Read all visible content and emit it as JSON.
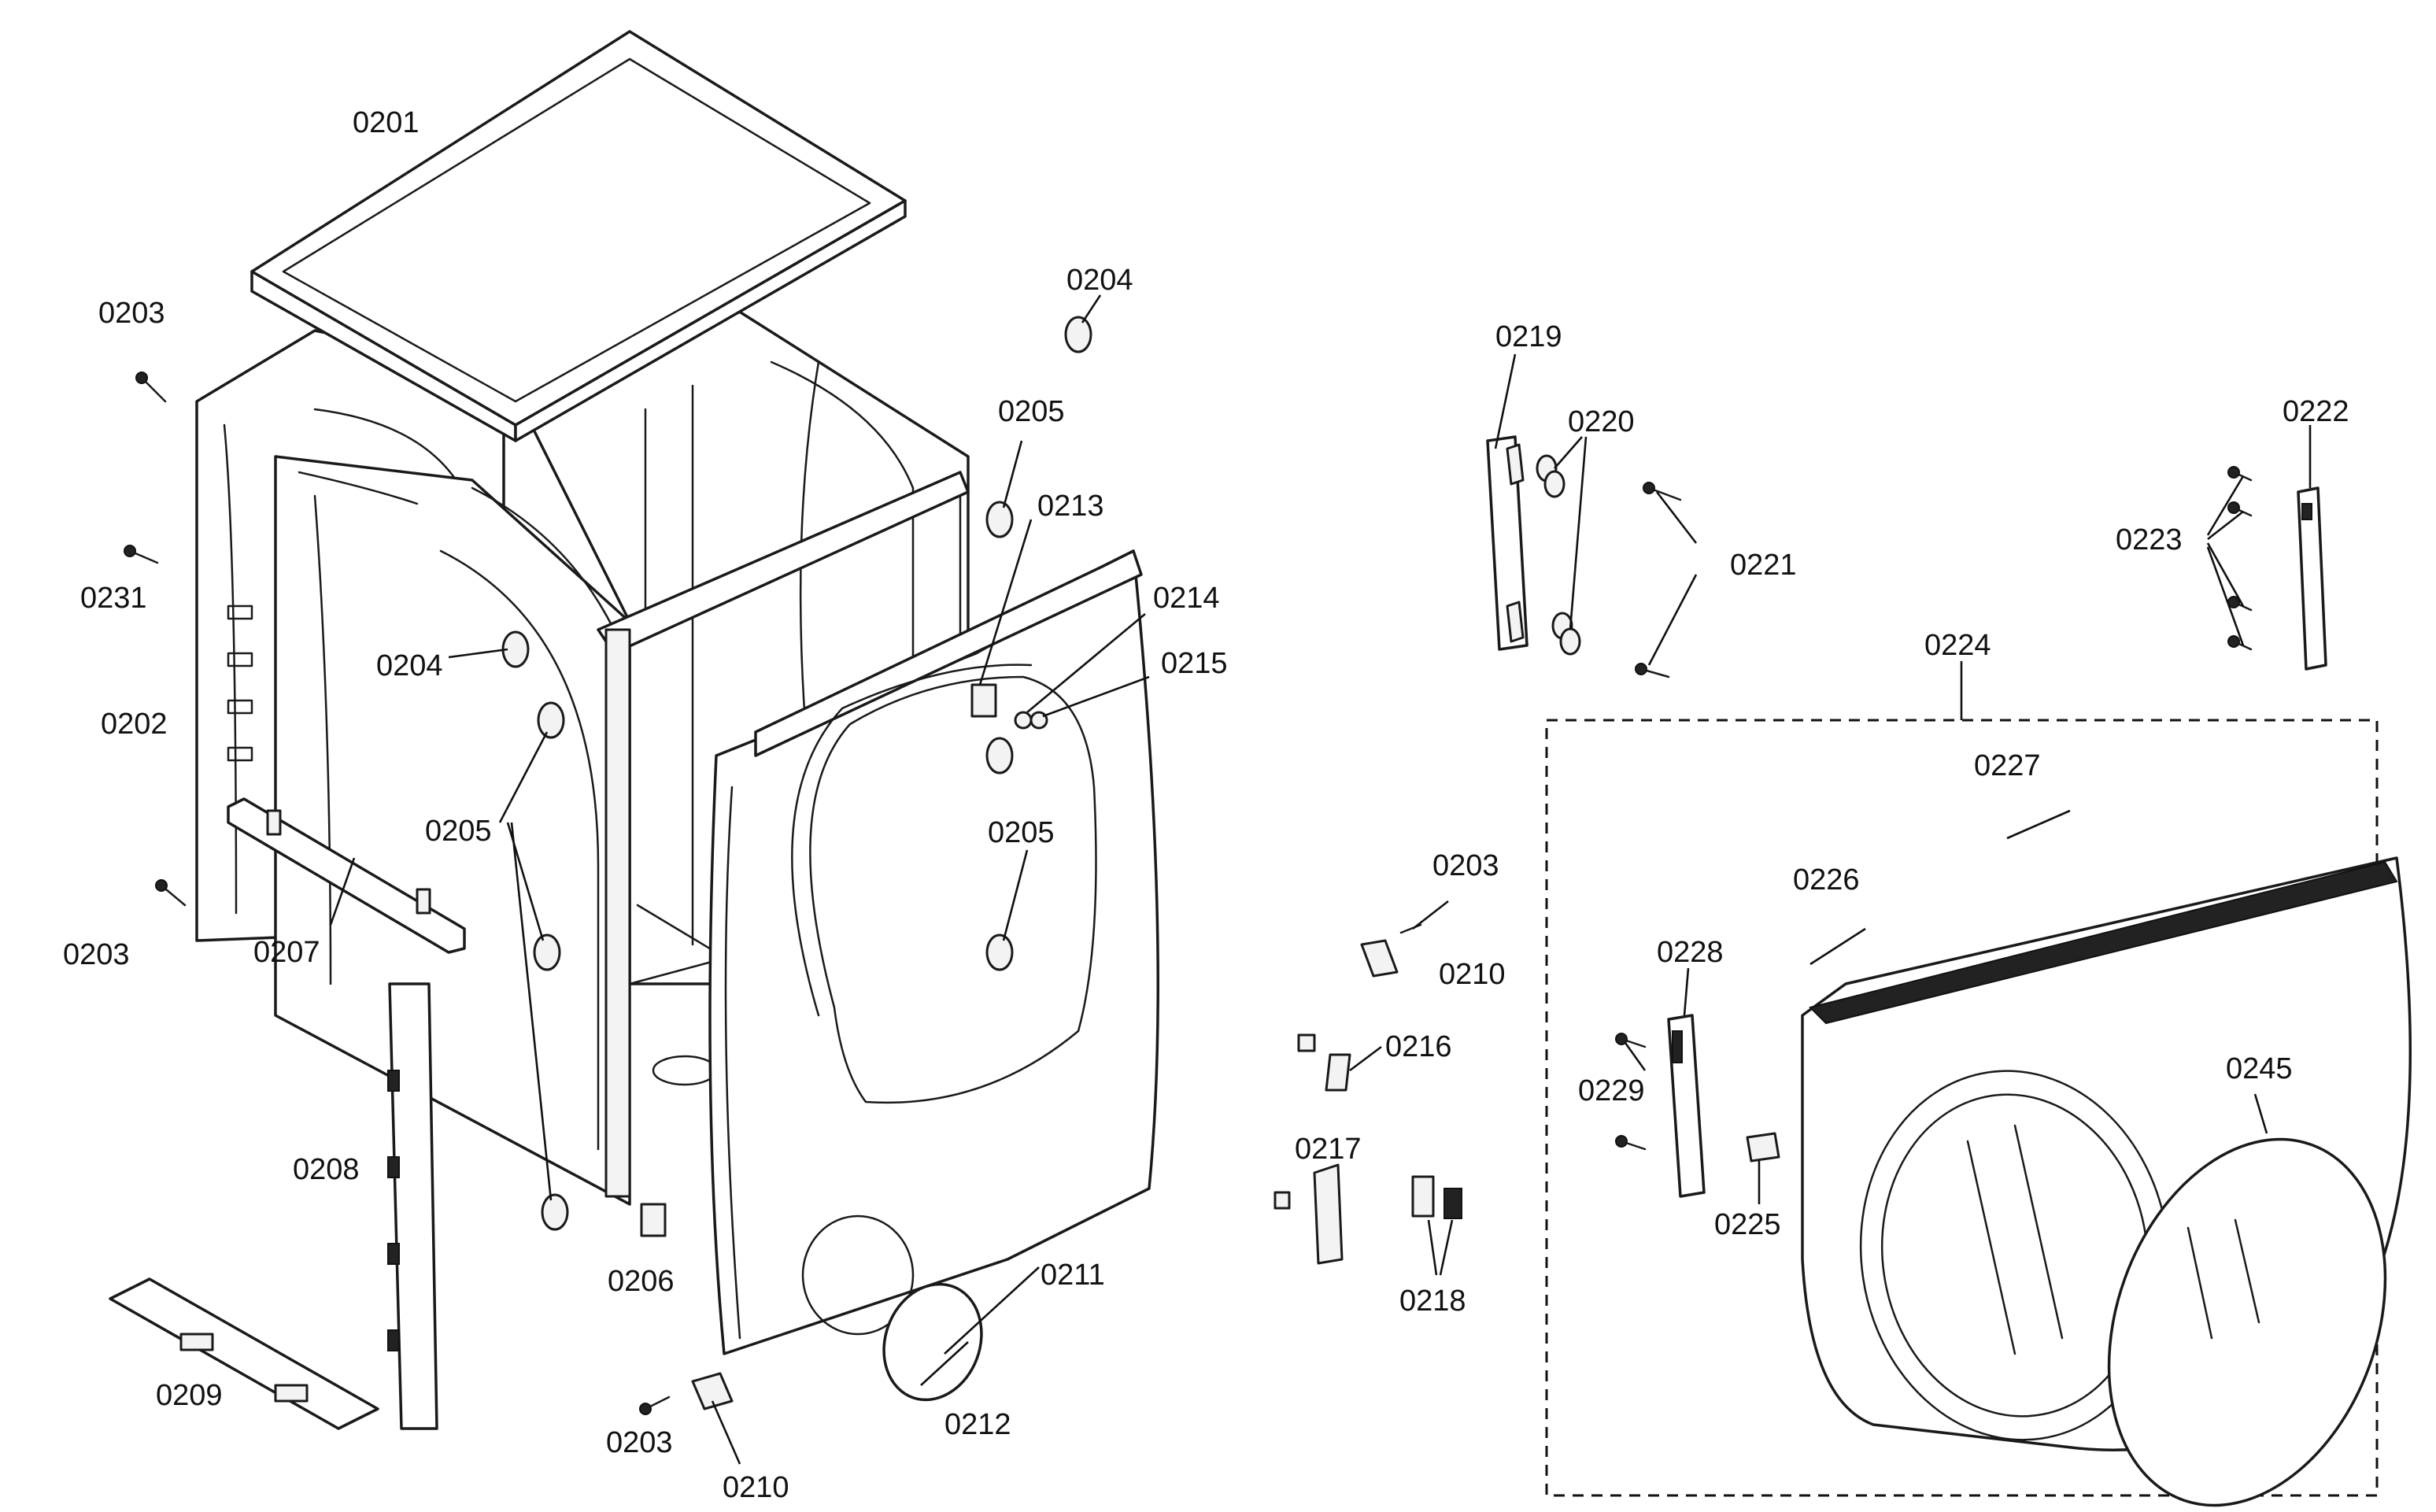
{
  "diagram": {
    "callouts": {
      "c0201": "0201",
      "c0202": "0202",
      "c0203a": "0203",
      "c0203b": "0203",
      "c0203c": "0203",
      "c0203d": "0203",
      "c0204a": "0204",
      "c0204b": "0204",
      "c0205a": "0205",
      "c0205b": "0205",
      "c0205c": "0205",
      "c0206": "0206",
      "c0207": "0207",
      "c0208": "0208",
      "c0209": "0209",
      "c0210a": "0210",
      "c0210b": "0210",
      "c0211": "0211",
      "c0212": "0212",
      "c0213": "0213",
      "c0214": "0214",
      "c0215": "0215",
      "c0216": "0216",
      "c0217": "0217",
      "c0218": "0218",
      "c0219": "0219",
      "c0220": "0220",
      "c0221": "0221",
      "c0222": "0222",
      "c0223": "0223",
      "c0224": "0224",
      "c0225": "0225",
      "c0226": "0226",
      "c0227": "0227",
      "c0228": "0228",
      "c0229": "0229",
      "c0231": "0231",
      "c0245": "0245"
    }
  }
}
